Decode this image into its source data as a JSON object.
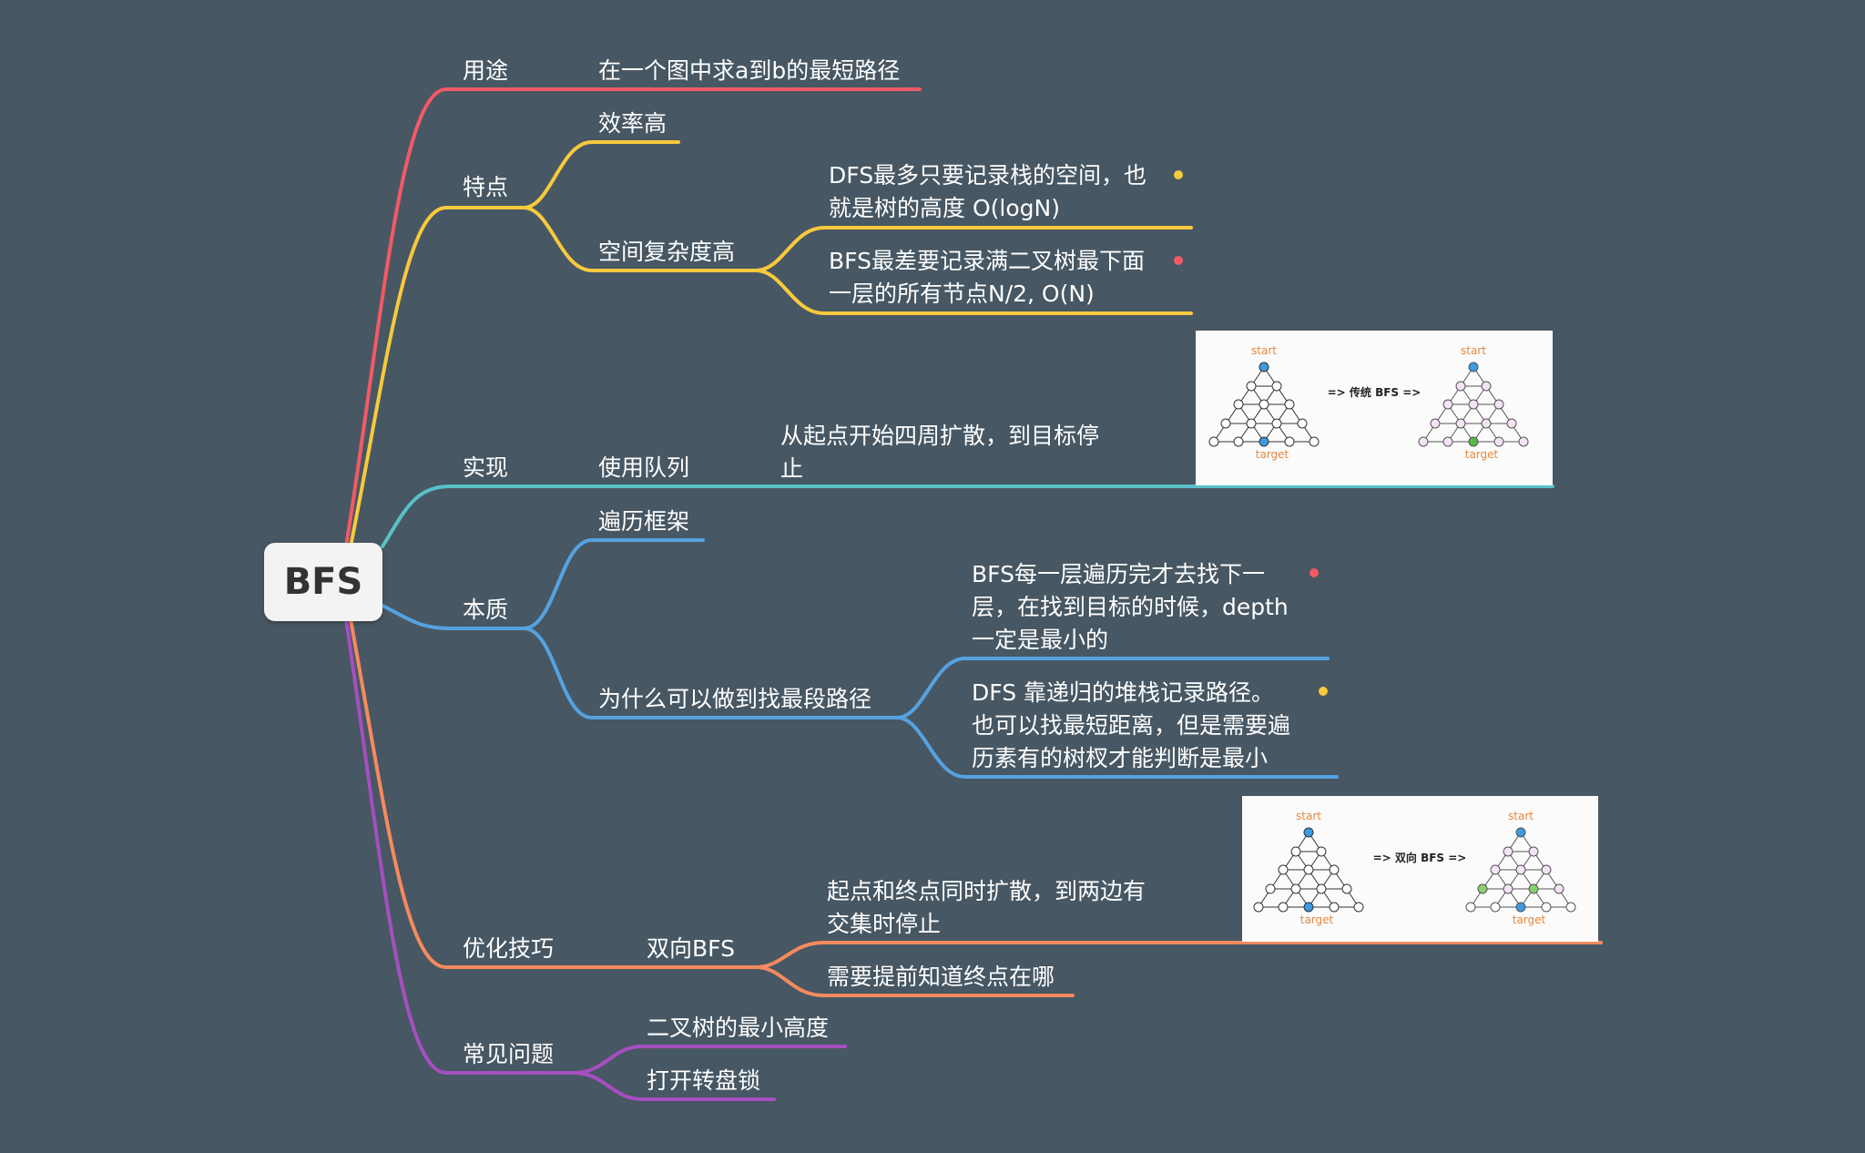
{
  "root": {
    "label": "BFS"
  },
  "branches": {
    "use": {
      "label": "用途",
      "child": "在一个图中求a到b的最短路径"
    },
    "features": {
      "label": "特点",
      "efficient": "效率高",
      "space": "空间复杂度高",
      "dfs_note_1": "DFS最多只要记录栈的空间，也",
      "dfs_note_2": "就是树的高度 O(logN)",
      "bfs_note_1": "BFS最差要记录满二叉树最下面",
      "bfs_note_2": "一层的所有节点N/2, O(N)"
    },
    "impl": {
      "label": "实现",
      "queue": "使用队列",
      "desc_1": "从起点开始四周扩散，到目标停",
      "desc_2": "止"
    },
    "essence": {
      "label": "本质",
      "framework": "遍历框架",
      "why": "为什么可以做到找最段路径",
      "bfs_1": "BFS每一层遍历完才去找下一",
      "bfs_2": "层，在找到目标的时候，depth",
      "bfs_3": "一定是最小的",
      "dfs_1": "DFS 靠递归的堆栈记录路径。",
      "dfs_2": "也可以找最短距离，但是需要遍",
      "dfs_3": "历素有的树杈才能判断是最小"
    },
    "optimize": {
      "label": "优化技巧",
      "bidir": "双向BFS",
      "desc_1": "起点和终点同时扩散，到两边有",
      "desc_2": "交集时停止",
      "need": "需要提前知道终点在哪"
    },
    "problems": {
      "label": "常见问题",
      "p1": "二叉树的最小高度",
      "p2": "打开转盘锁"
    }
  },
  "images": {
    "traditional": {
      "start": "start",
      "target": "target",
      "arrow": "=> 传统 BFS =>"
    },
    "bidirectional": {
      "start": "start",
      "target": "target",
      "arrow": "=> 双向 BFS =>"
    }
  },
  "colors": {
    "background": "#475763",
    "red": "#f25a66",
    "yellow": "#f7c93c",
    "teal": "#57c0c8",
    "blue": "#56a2e0",
    "orange": "#f58a5e",
    "purple": "#a54fc0"
  }
}
